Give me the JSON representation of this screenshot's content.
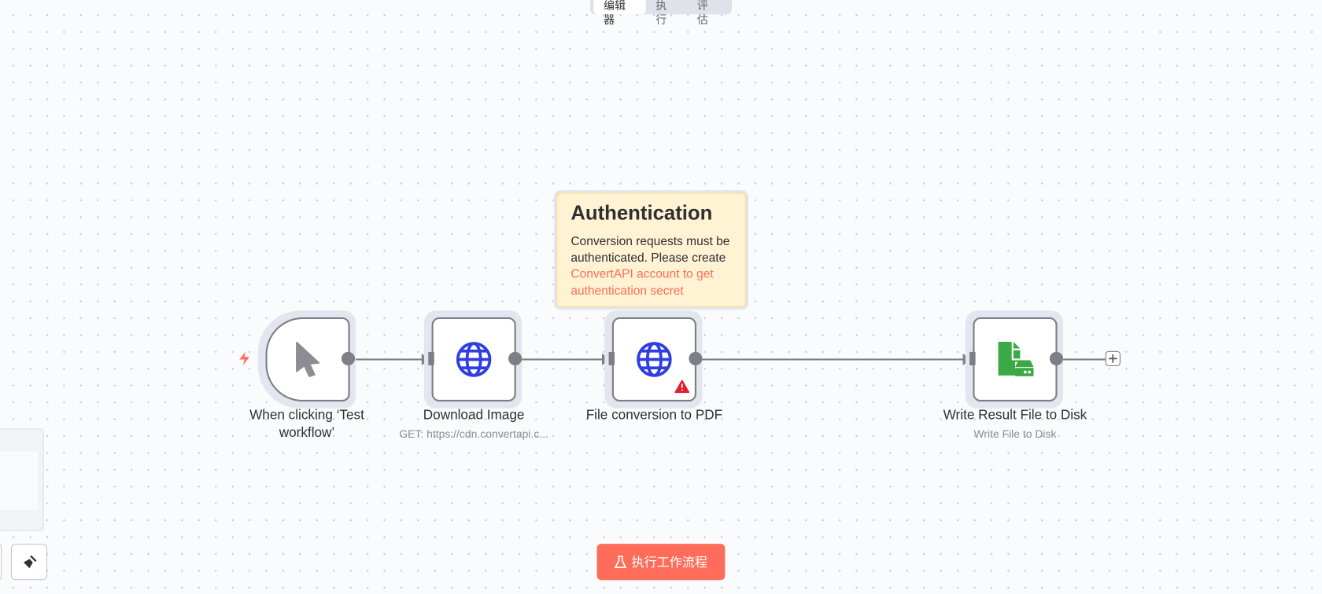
{
  "tabs": [
    {
      "label": "编辑器",
      "active": true
    },
    {
      "label": "执行"
    },
    {
      "label": "评估"
    }
  ],
  "note": {
    "title": "Authentication",
    "text": "Conversion requests must be authenticated. Please create",
    "link": "ConvertAPI account to get authentication secret"
  },
  "nodes": [
    {
      "label": "When clicking ‘Test workflow’",
      "icon": "cursor-icon"
    },
    {
      "label": "Download Image",
      "subtitle": "GET: https://cdn.convertapi.c...",
      "icon": "globe-icon"
    },
    {
      "label": "File conversion to PDF",
      "icon": "globe-icon",
      "warning": true
    },
    {
      "label": "Write Result File to Disk",
      "subtitle": "Write File to Disk",
      "icon": "file-disk-icon"
    }
  ],
  "execute_button": {
    "label": "执行工作流程",
    "icon": "flask-icon"
  },
  "colors": {
    "accent": "#ff6d5a",
    "note_bg": "#fff3d3",
    "globe": "#2f3ee0",
    "file_icon": "#3aa946",
    "warning": "#e0202e"
  }
}
